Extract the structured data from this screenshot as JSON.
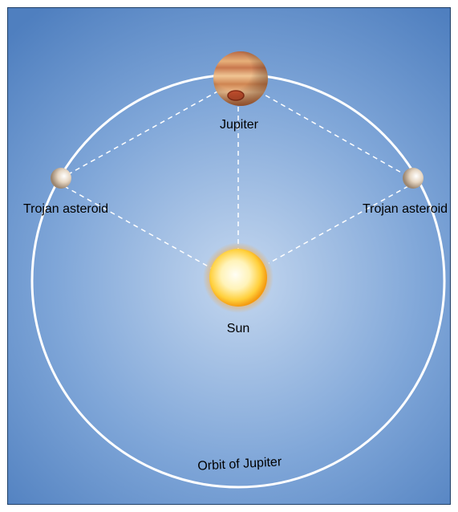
{
  "diagram": {
    "labels": {
      "jupiter": "Jupiter",
      "sun": "Sun",
      "trojan_left": "Trojan asteroid",
      "trojan_right": "Trojan asteroid",
      "orbit": "Orbit of Jupiter"
    },
    "colors": {
      "background_center": "#c4d7ef",
      "background_edge": "#4f7fbf",
      "orbit": "#ffffff",
      "guide_lines": "#ffffff",
      "sun_core": "#fffbe6",
      "sun_mid": "#ffd24a",
      "sun_rim": "#f39a12",
      "jupiter": "#d9925a",
      "asteroid": "#e8d9c6"
    }
  }
}
